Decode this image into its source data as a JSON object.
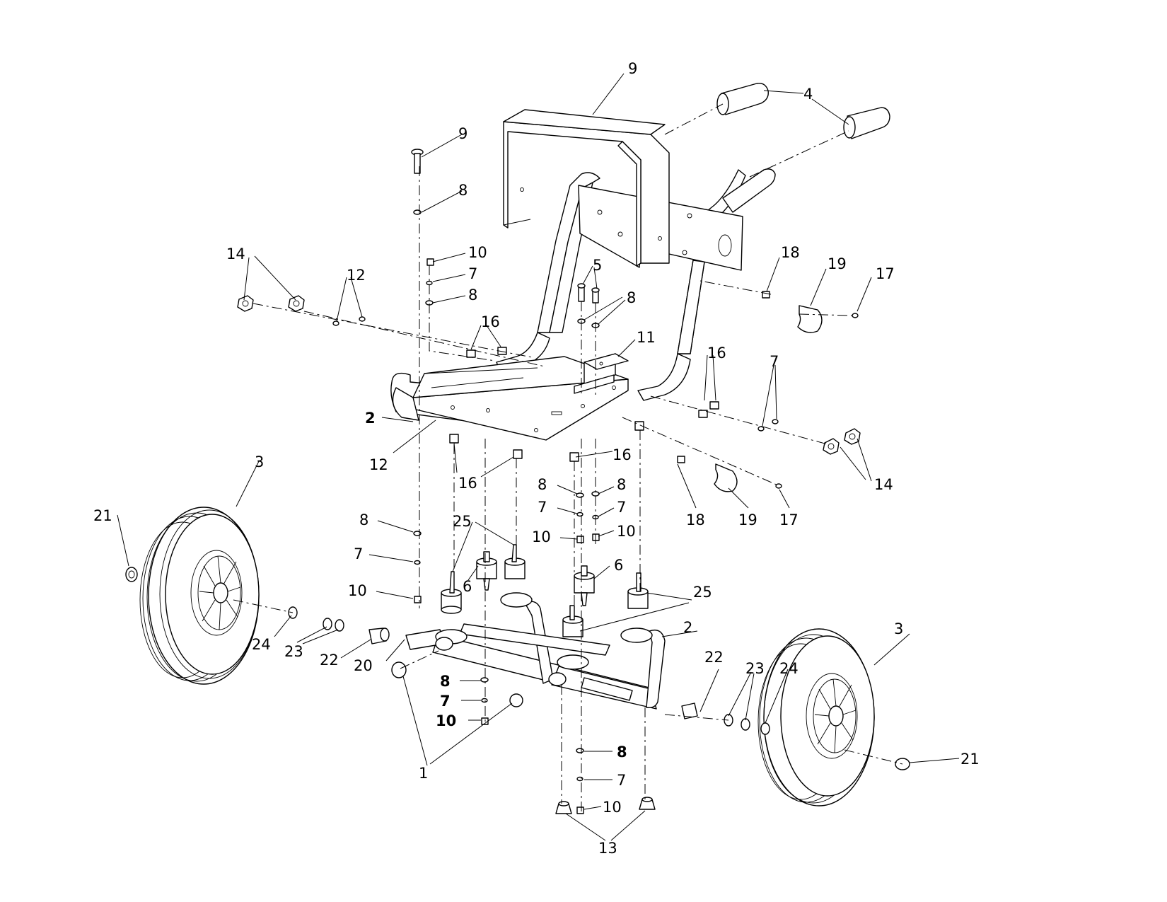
{
  "colors": {
    "line": "#000000",
    "background": "#ffffff"
  },
  "callouts": [
    {
      "id": "c9top",
      "text": "9"
    },
    {
      "id": "c4",
      "text": "4"
    },
    {
      "id": "c9",
      "text": "9"
    },
    {
      "id": "c8a",
      "text": "8"
    },
    {
      "id": "c10a",
      "text": "10"
    },
    {
      "id": "c7a",
      "text": "7"
    },
    {
      "id": "c8b",
      "text": "8"
    },
    {
      "id": "c14a",
      "text": "14"
    },
    {
      "id": "c12a",
      "text": "12"
    },
    {
      "id": "c5",
      "text": "5"
    },
    {
      "id": "c8c",
      "text": "8"
    },
    {
      "id": "c18a",
      "text": "18"
    },
    {
      "id": "c19a",
      "text": "19"
    },
    {
      "id": "c17a",
      "text": "17"
    },
    {
      "id": "c16a",
      "text": "16"
    },
    {
      "id": "c11",
      "text": "11"
    },
    {
      "id": "c16b",
      "text": "16"
    },
    {
      "id": "c7b",
      "text": "7"
    },
    {
      "id": "c2a",
      "text": "2"
    },
    {
      "id": "c12b",
      "text": "12"
    },
    {
      "id": "c16c",
      "text": "16"
    },
    {
      "id": "c16d",
      "text": "16"
    },
    {
      "id": "c14b",
      "text": "14"
    },
    {
      "id": "c3a",
      "text": "3"
    },
    {
      "id": "c21a",
      "text": "21"
    },
    {
      "id": "c8d",
      "text": "8"
    },
    {
      "id": "c8e",
      "text": "8"
    },
    {
      "id": "c8f",
      "text": "8"
    },
    {
      "id": "c7c",
      "text": "7"
    },
    {
      "id": "c7d",
      "text": "7"
    },
    {
      "id": "c25a",
      "text": "25"
    },
    {
      "id": "c18b",
      "text": "18"
    },
    {
      "id": "c19b",
      "text": "19"
    },
    {
      "id": "c17b",
      "text": "17"
    },
    {
      "id": "c7e",
      "text": "7"
    },
    {
      "id": "c10b",
      "text": "10"
    },
    {
      "id": "c10c",
      "text": "10"
    },
    {
      "id": "c10d",
      "text": "10"
    },
    {
      "id": "c6a",
      "text": "6"
    },
    {
      "id": "c6b",
      "text": "6"
    },
    {
      "id": "c25b",
      "text": "25"
    },
    {
      "id": "c2b",
      "text": "2"
    },
    {
      "id": "c3b",
      "text": "3"
    },
    {
      "id": "c24a",
      "text": "24"
    },
    {
      "id": "c23a",
      "text": "23"
    },
    {
      "id": "c22a",
      "text": "22"
    },
    {
      "id": "c20",
      "text": "20"
    },
    {
      "id": "c22b",
      "text": "22"
    },
    {
      "id": "c23b",
      "text": "23"
    },
    {
      "id": "c24b",
      "text": "24"
    },
    {
      "id": "c8g",
      "text": "8"
    },
    {
      "id": "c7f",
      "text": "7"
    },
    {
      "id": "c10e",
      "text": "10"
    },
    {
      "id": "c21b",
      "text": "21"
    },
    {
      "id": "c1",
      "text": "1"
    },
    {
      "id": "c8h",
      "text": "8"
    },
    {
      "id": "c7g",
      "text": "7"
    },
    {
      "id": "c10f",
      "text": "10"
    },
    {
      "id": "c13",
      "text": "13"
    }
  ]
}
